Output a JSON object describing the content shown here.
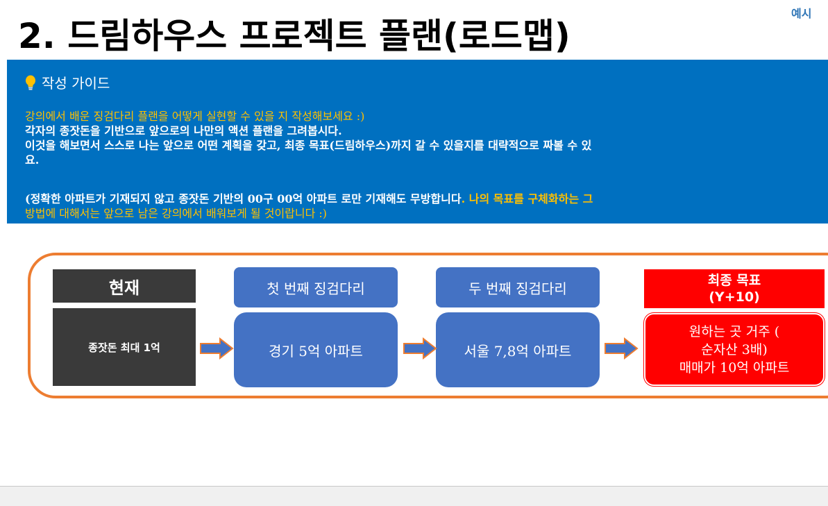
{
  "example_label": "예시",
  "title": "2. 드림하우스 프로젝트 플랜(로드맵)",
  "guide": {
    "header": "작성 가이드",
    "icon": "lightbulb-icon",
    "line1": "강의에서 배운 징검다리 플랜을 어떻게 실현할 수 있을 지 작성해보세요 :)",
    "line2": "각자의 종잣돈을 기반으로 앞으로의 나만의 액션 플랜을 그려봅시다.",
    "line3": "이것을 해보면서 스스로 나는 앞으로 어떤 계획을 갖고, 최종 목표(드림하우스)까지 갈 수 있을지를 대략적으로 짜볼 수 있",
    "line4": "요.",
    "line5_white": "(정확한 아파트가 기재되지 않고 종잣돈 기반의 00구 00억 아파트 로만 기재해도 무방합니다",
    "line5_yellow": ". 나의 목표를 구체화하는 그",
    "line6": "방법에 대해서는 앞으로 남은 강의에서 배워보게 될 것이랍니다 :)"
  },
  "roadmap": {
    "current": {
      "title": "현재",
      "body": "종잣돈 최대 1억"
    },
    "stone1": {
      "title": "첫 번째 징검다리",
      "body": "경기 5억 아파트"
    },
    "stone2": {
      "title": "두 번째 징검다리",
      "body": "서울 7,8억 아파트"
    },
    "goal": {
      "title_line1": "최종 목표",
      "title_line2": "(Y+10)",
      "body_line1": "원하는 곳 거주 (",
      "body_line2": "순자산 3배)",
      "body_line3": "매매가 10억 아파트"
    }
  },
  "colors": {
    "guide_bg": "#0070c0",
    "highlight": "#ffc000",
    "stone": "#4472c4",
    "goal": "#ff0000",
    "current": "#3a3a3a",
    "frame": "#ed7d31"
  }
}
